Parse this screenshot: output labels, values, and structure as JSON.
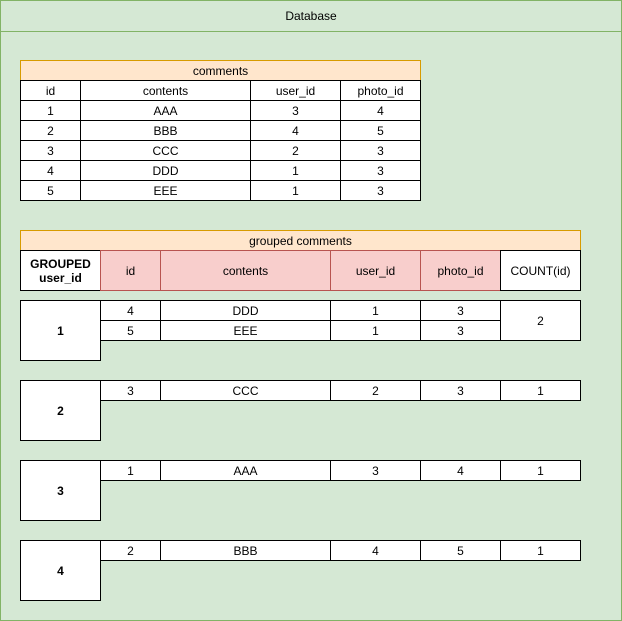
{
  "window": {
    "title": "Database"
  },
  "comments_table": {
    "caption": "comments",
    "headers": [
      "id",
      "contents",
      "user_id",
      "photo_id"
    ],
    "rows": [
      [
        "1",
        "AAA",
        "3",
        "4"
      ],
      [
        "2",
        "BBB",
        "4",
        "5"
      ],
      [
        "3",
        "CCC",
        "2",
        "3"
      ],
      [
        "4",
        "DDD",
        "1",
        "3"
      ],
      [
        "5",
        "EEE",
        "1",
        "3"
      ]
    ]
  },
  "grouped_table": {
    "caption": "grouped comments",
    "group_header": "GROUPED user_id",
    "headers": [
      "id",
      "contents",
      "user_id",
      "photo_id"
    ],
    "count_header": "COUNT(id)",
    "colors": {
      "caption_fill": "#ffe6cc",
      "highlight_fill": "#f8cecc",
      "background": "#d5e8d4"
    },
    "groups": [
      {
        "key": "1",
        "rows": [
          [
            "4",
            "DDD",
            "1",
            "3"
          ],
          [
            "5",
            "EEE",
            "1",
            "3"
          ]
        ],
        "count": "2"
      },
      {
        "key": "2",
        "rows": [
          [
            "3",
            "CCC",
            "2",
            "3"
          ]
        ],
        "count": "1"
      },
      {
        "key": "3",
        "rows": [
          [
            "1",
            "AAA",
            "3",
            "4"
          ]
        ],
        "count": "1"
      },
      {
        "key": "4",
        "rows": [
          [
            "2",
            "BBB",
            "4",
            "5"
          ]
        ],
        "count": "1"
      }
    ]
  }
}
